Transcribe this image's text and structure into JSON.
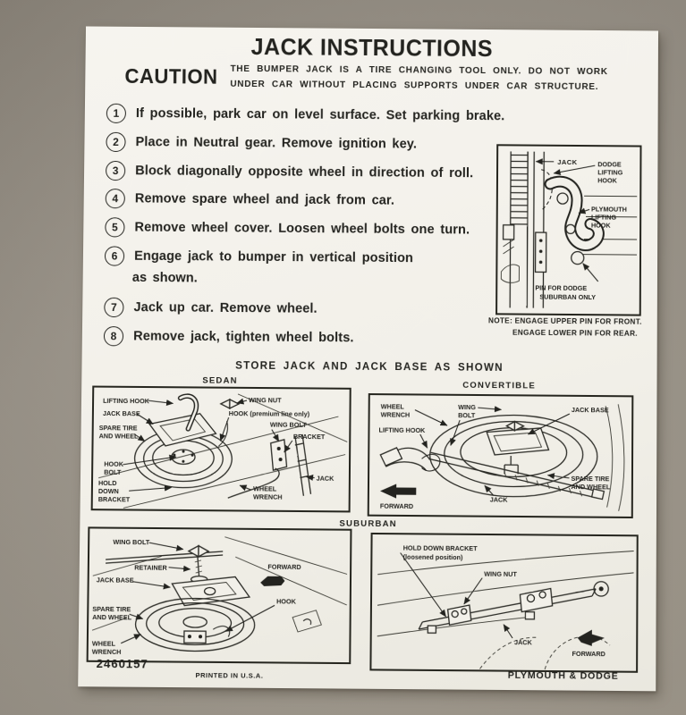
{
  "title": "JACK INSTRUCTIONS",
  "caution": {
    "label": "CAUTION",
    "line1": "THE BUMPER JACK IS A TIRE CHANGING TOOL ONLY. DO NOT WORK",
    "line2": "UNDER CAR WITHOUT PLACING SUPPORTS UNDER CAR STRUCTURE."
  },
  "steps": [
    {
      "num": "1",
      "text": "If possible, park car on level surface. Set parking brake."
    },
    {
      "num": "2",
      "text": "Place in Neutral gear. Remove ignition key."
    },
    {
      "num": "3",
      "text": "Block diagonally opposite wheel in direction of roll."
    },
    {
      "num": "4",
      "text": "Remove spare wheel and jack from car."
    },
    {
      "num": "5",
      "text": "Remove wheel cover. Loosen wheel bolts one turn."
    },
    {
      "num": "6",
      "text": "Engage jack to bumper in vertical position",
      "text2": "as shown."
    },
    {
      "num": "7",
      "text": "Jack up car. Remove wheel."
    },
    {
      "num": "8",
      "text": "Remove jack, tighten wheel bolts."
    }
  ],
  "jack_diagram": {
    "jack_label": "JACK",
    "dodge_hook": [
      "DODGE",
      "LIFTING",
      "HOOK"
    ],
    "plymouth_hook": [
      "PLYMOUTH",
      "LIFTING",
      "HOOK"
    ],
    "pin": [
      "PIN FOR DODGE",
      "SUBURBAN ONLY"
    ],
    "note1": "NOTE: ENGAGE UPPER PIN FOR FRONT.",
    "note2": "ENGAGE LOWER PIN FOR REAR."
  },
  "storage": {
    "heading": "STORE JACK AND JACK BASE AS SHOWN",
    "sedan": {
      "title": "SEDAN",
      "labels": {
        "lifting_hook": "LIFTING HOOK",
        "jack_base": "JACK BASE",
        "spare_tire": [
          "SPARE TIRE",
          "AND WHEEL"
        ],
        "hook_bolt": [
          "HOOK",
          "BOLT"
        ],
        "hold_down": [
          "HOLD",
          "DOWN",
          "BRACKET"
        ],
        "wing_nut": "WING NUT",
        "hook_premium": "HOOK (premium line only)",
        "wing_bolt": "WING BOLT",
        "bracket": "BRACKET",
        "jack": "JACK",
        "wheel_wrench": [
          "WHEEL",
          "WRENCH"
        ]
      }
    },
    "convertible": {
      "title": "CONVERTIBLE",
      "labels": {
        "wheel_wrench": [
          "WHEEL",
          "WRENCH"
        ],
        "wing_bolt": [
          "WING",
          "BOLT"
        ],
        "jack_base": "JACK BASE",
        "lifting_hook": "LIFTING HOOK",
        "spare_tire": [
          "SPARE TIRE",
          "AND WHEEL"
        ],
        "jack": "JACK",
        "forward": "FORWARD"
      }
    },
    "suburban_title": "SUBURBAN",
    "suburban_left": {
      "labels": {
        "wing_bolt": "WING BOLT",
        "retainer": "RETAINER",
        "jack_base": "JACK BASE",
        "spare_tire": [
          "SPARE TIRE",
          "AND WHEEL"
        ],
        "wheel_wrench": [
          "WHEEL",
          "WRENCH"
        ],
        "forward": "FORWARD",
        "hook": "HOOK"
      }
    },
    "suburban_right": {
      "labels": {
        "hold_down": [
          "HOLD DOWN BRACKET",
          "(loosened position)"
        ],
        "wing_nut": "WING NUT",
        "jack": "JACK",
        "forward": "FORWARD"
      }
    }
  },
  "footer": {
    "part_number": "2460157",
    "printed": "PRINTED IN U.S.A.",
    "brand": "PLYMOUTH & DODGE"
  }
}
